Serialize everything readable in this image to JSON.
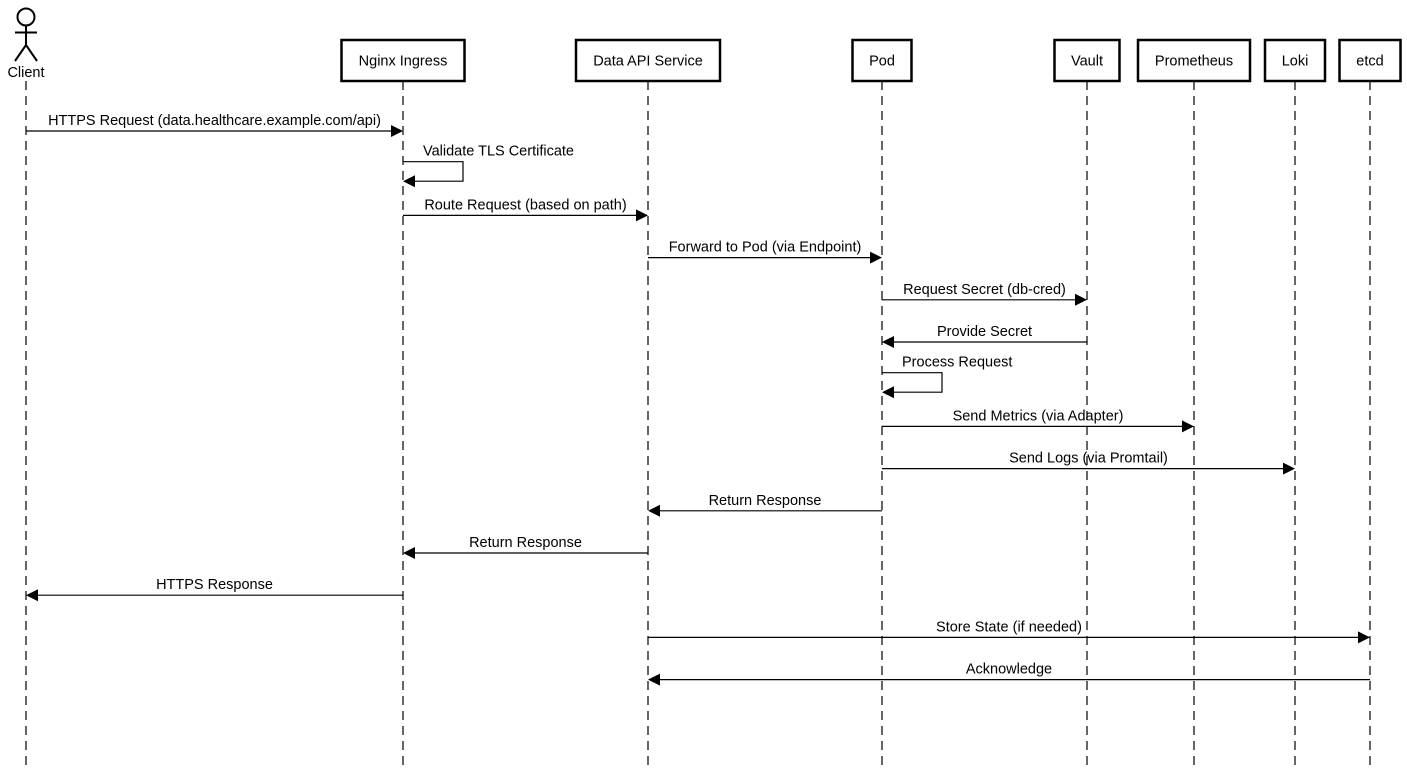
{
  "actor": {
    "name": "Client",
    "icon": "stick-figure-icon"
  },
  "participants": [
    {
      "id": "nginx",
      "name": "Nginx Ingress"
    },
    {
      "id": "api",
      "name": "Data API Service"
    },
    {
      "id": "pod",
      "name": "Pod"
    },
    {
      "id": "vault",
      "name": "Vault"
    },
    {
      "id": "prometheus",
      "name": "Prometheus"
    },
    {
      "id": "loki",
      "name": "Loki"
    },
    {
      "id": "etcd",
      "name": "etcd"
    }
  ],
  "messages": [
    {
      "from": "client",
      "to": "nginx",
      "label": "HTTPS Request (data.healthcare.example.com/api)"
    },
    {
      "from": "nginx",
      "to": "nginx",
      "label": "Validate TLS Certificate"
    },
    {
      "from": "nginx",
      "to": "api",
      "label": "Route Request (based on path)"
    },
    {
      "from": "api",
      "to": "pod",
      "label": "Forward to Pod (via Endpoint)"
    },
    {
      "from": "pod",
      "to": "vault",
      "label": "Request Secret (db-cred)"
    },
    {
      "from": "vault",
      "to": "pod",
      "label": "Provide Secret"
    },
    {
      "from": "pod",
      "to": "pod",
      "label": "Process Request"
    },
    {
      "from": "pod",
      "to": "prometheus",
      "label": "Send Metrics (via Adapter)"
    },
    {
      "from": "pod",
      "to": "loki",
      "label": "Send Logs (via Promtail)"
    },
    {
      "from": "pod",
      "to": "api",
      "label": "Return Response"
    },
    {
      "from": "api",
      "to": "nginx",
      "label": "Return Response"
    },
    {
      "from": "nginx",
      "to": "client",
      "label": "HTTPS Response"
    },
    {
      "from": "api",
      "to": "etcd",
      "label": "Store State (if needed)"
    },
    {
      "from": "etcd",
      "to": "api",
      "label": "Acknowledge"
    }
  ]
}
